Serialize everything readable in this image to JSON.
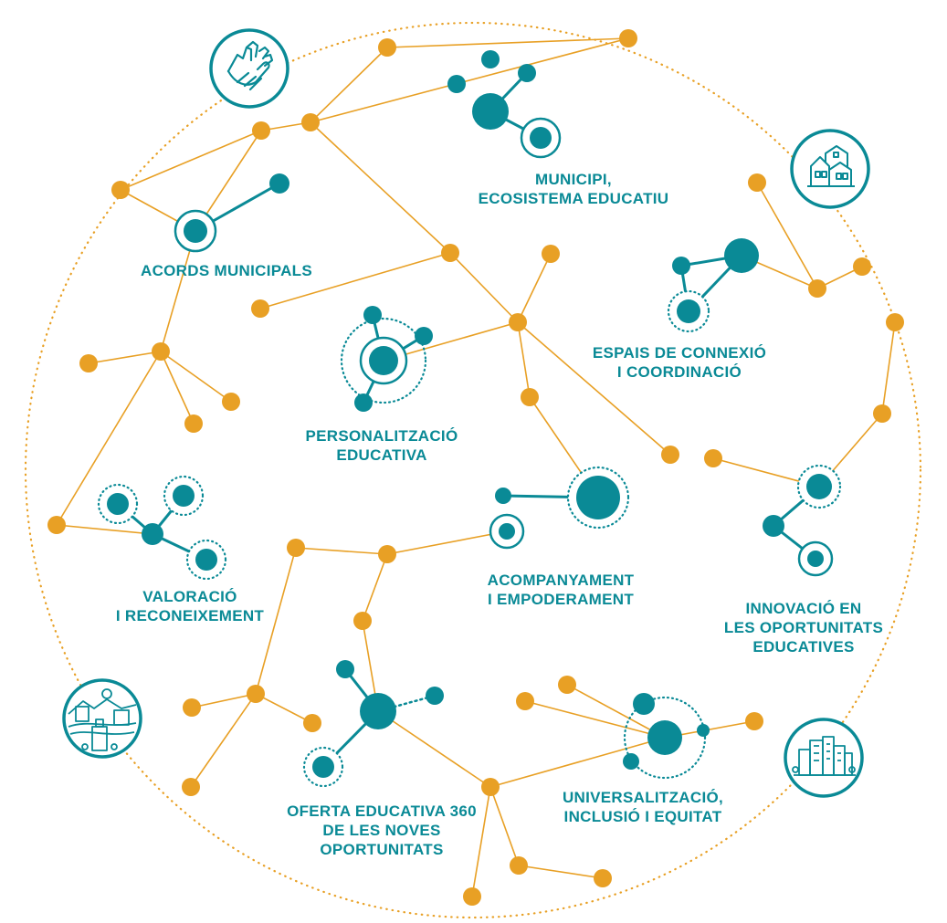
{
  "colors": {
    "teal": "#0a8a96",
    "orange": "#e8a025"
  },
  "labels": {
    "municipi": {
      "lines": [
        "MUNICIPI,",
        "ECOSISTEMA EDUCATIU"
      ]
    },
    "acords": {
      "lines": [
        "ACORDS MUNICIPALS"
      ]
    },
    "espais": {
      "lines": [
        "ESPAIS DE CONNEXIÓ",
        "I COORDINACIÓ"
      ]
    },
    "personalitzacio": {
      "lines": [
        "PERSONALITZACIÓ",
        "EDUCATIVA"
      ]
    },
    "valoracio": {
      "lines": [
        "VALORACIÓ",
        "I RECONEIXEMENT"
      ]
    },
    "acompanyament": {
      "lines": [
        "ACOMPANYAMENT",
        "I EMPODERAMENT"
      ]
    },
    "innovacio": {
      "lines": [
        "INNOVACIÓ EN",
        "LES OPORTUNITATS",
        "EDUCATIVES"
      ]
    },
    "oferta": {
      "lines": [
        "OFERTA EDUCATIVA 360",
        "DE LES NOVES",
        "OPORTUNITATS"
      ]
    },
    "universalitzacio": {
      "lines": [
        "UNIVERSALITZACIÓ,",
        "INCLUSIÓ I EQUITAT"
      ]
    }
  },
  "icons": {
    "hands": "hands-icon",
    "houses": "houses-icon",
    "town": "town-landscape-icon",
    "city": "city-skyline-icon"
  }
}
